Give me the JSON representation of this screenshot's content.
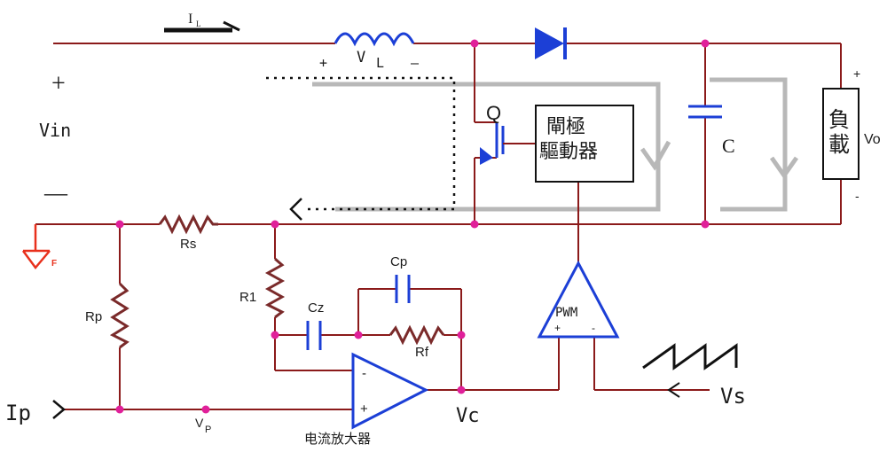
{
  "labels": {
    "current_il": "I",
    "current_il_sub": "L",
    "inductor_voltage": "V",
    "inductor_voltage_sub": "L",
    "inductor_plus": "+",
    "inductor_minus": "—",
    "vin_plus": "+",
    "vin": "Vin",
    "vin_minus": "—",
    "switch": "Q",
    "gate_driver_line1": "閘極",
    "gate_driver_line2": "驅動器",
    "capacitor": "C",
    "load_line1": "負",
    "load_line2": "載",
    "vo": "Vo",
    "vo_plus": "+",
    "vo_minus": "-",
    "ground_mark": "F",
    "rs": "Rs",
    "rp": "Rp",
    "r1": "R1",
    "cz": "Cz",
    "cp": "Cp",
    "rf": "Rf",
    "pwm": "PWM",
    "pwm_plus": "+",
    "pwm_minus": "-",
    "amp_minus": "-",
    "amp_plus": "+",
    "vc": "Vc",
    "vs": "Vs",
    "ip": "Ip",
    "vp": "V",
    "vp_sub": "P",
    "amplifier": "电流放大器"
  },
  "colors": {
    "wire": "#8b1a1a",
    "node": "#e0209a",
    "component": "#7a2a2a",
    "blue": "#1c3fd6",
    "gray_path": "#b8b8b8",
    "ground": "#e8301c",
    "text": "#1a1a1a"
  }
}
